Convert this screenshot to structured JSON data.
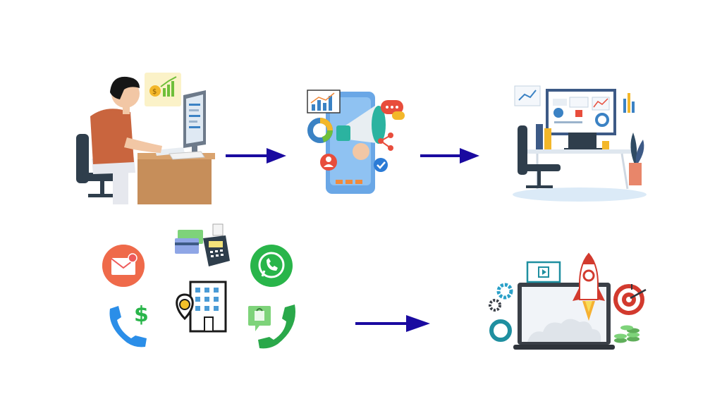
{
  "diagram": {
    "background": "#ffffff",
    "arrow_color": "#1a0aa0",
    "nodes": [
      {
        "id": "person-at-computer",
        "icons": [
          "person-icon",
          "computer-icon",
          "money-growth-icon",
          "office-chair-icon",
          "desk-icon"
        ]
      },
      {
        "id": "mobile-marketing",
        "icons": [
          "smartphone-icon",
          "megaphone-icon",
          "bar-chart-icon",
          "pie-chart-icon",
          "share-icon",
          "chat-bubble-icon",
          "user-icon",
          "check-icon"
        ]
      },
      {
        "id": "analytics-workspace",
        "icons": [
          "monitor-icon",
          "dashboard-icon",
          "laptop-icon",
          "office-chair-icon",
          "plant-icon",
          "mug-icon"
        ]
      },
      {
        "id": "contact-channels",
        "icons": [
          "email-icon",
          "payment-terminal-icon",
          "whatsapp-icon",
          "location-building-icon",
          "phone-dollar-icon",
          "phone-shopping-icon"
        ]
      },
      {
        "id": "business-launch",
        "icons": [
          "laptop-icon",
          "rocket-icon",
          "video-icon",
          "gear-icon",
          "target-icon",
          "coins-icon"
        ]
      }
    ],
    "arrows": [
      {
        "from": "person-at-computer",
        "to": "mobile-marketing"
      },
      {
        "from": "mobile-marketing",
        "to": "analytics-workspace"
      },
      {
        "from": "contact-channels",
        "to": "business-launch"
      }
    ]
  }
}
